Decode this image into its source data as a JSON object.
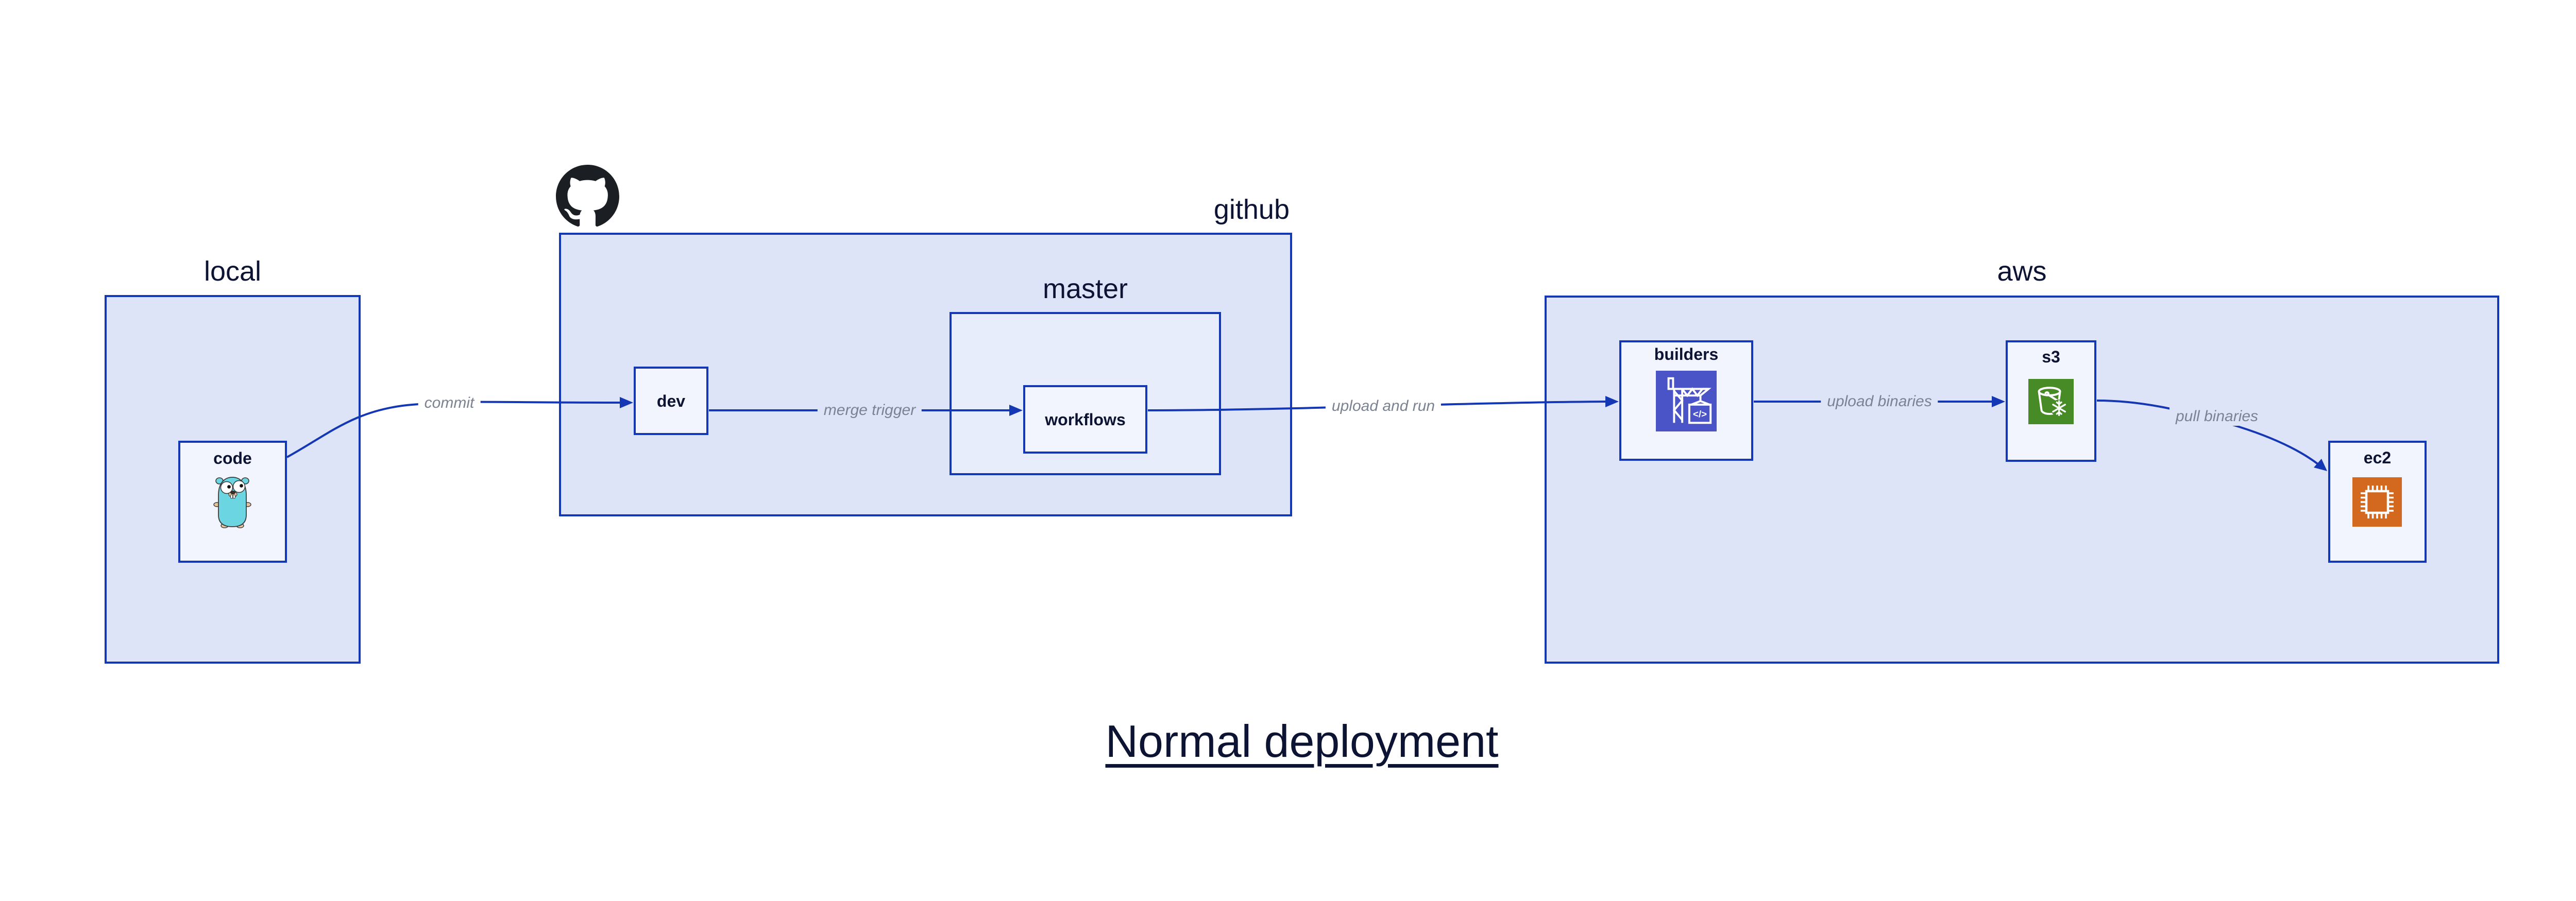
{
  "title": {
    "text": "Normal deployment"
  },
  "containers": {
    "local": {
      "label": "local"
    },
    "github": {
      "label": "github"
    },
    "master": {
      "label": "master"
    },
    "aws": {
      "label": "aws"
    }
  },
  "nodes": {
    "code": {
      "label": "code"
    },
    "dev": {
      "label": "dev"
    },
    "workflows": {
      "label": "workflows"
    },
    "builders": {
      "label": "builders"
    },
    "s3": {
      "label": "s3"
    },
    "ec2": {
      "label": "ec2"
    }
  },
  "edges": [
    {
      "from": "code",
      "to": "dev",
      "label": "commit"
    },
    {
      "from": "dev",
      "to": "workflows",
      "label": "merge trigger"
    },
    {
      "from": "workflows",
      "to": "builders",
      "label": "upload and run"
    },
    {
      "from": "builders",
      "to": "s3",
      "label": "upload binaries"
    },
    {
      "from": "s3",
      "to": "ec2",
      "label": "pull binaries"
    }
  ],
  "icons": {
    "github_octocat": "github-octocat-icon",
    "go_gopher": "go-gopher-icon",
    "codebuild_crane": "codebuild-crane-icon",
    "s3_bucket_snowflake": "s3-glacier-bucket-icon",
    "ec2_chip": "ec2-chip-icon",
    "builders_glyph": "</>"
  },
  "colors": {
    "outer-fill": "#dee4f8",
    "mid-fill": "#e8edfb",
    "leaf-fill": "#f2f5fd",
    "stroke": "#1437b4",
    "text-dark": "#0d1333",
    "edge-label": "#7b8292",
    "page-bg": "#ffffff",
    "octocat-black": "#1b1f23",
    "gopher-teal": "#6bd5e1",
    "codebuild-indigo": "#4a54c6",
    "s3-green": "#468b26",
    "ec2-orange": "#d2691f"
  }
}
